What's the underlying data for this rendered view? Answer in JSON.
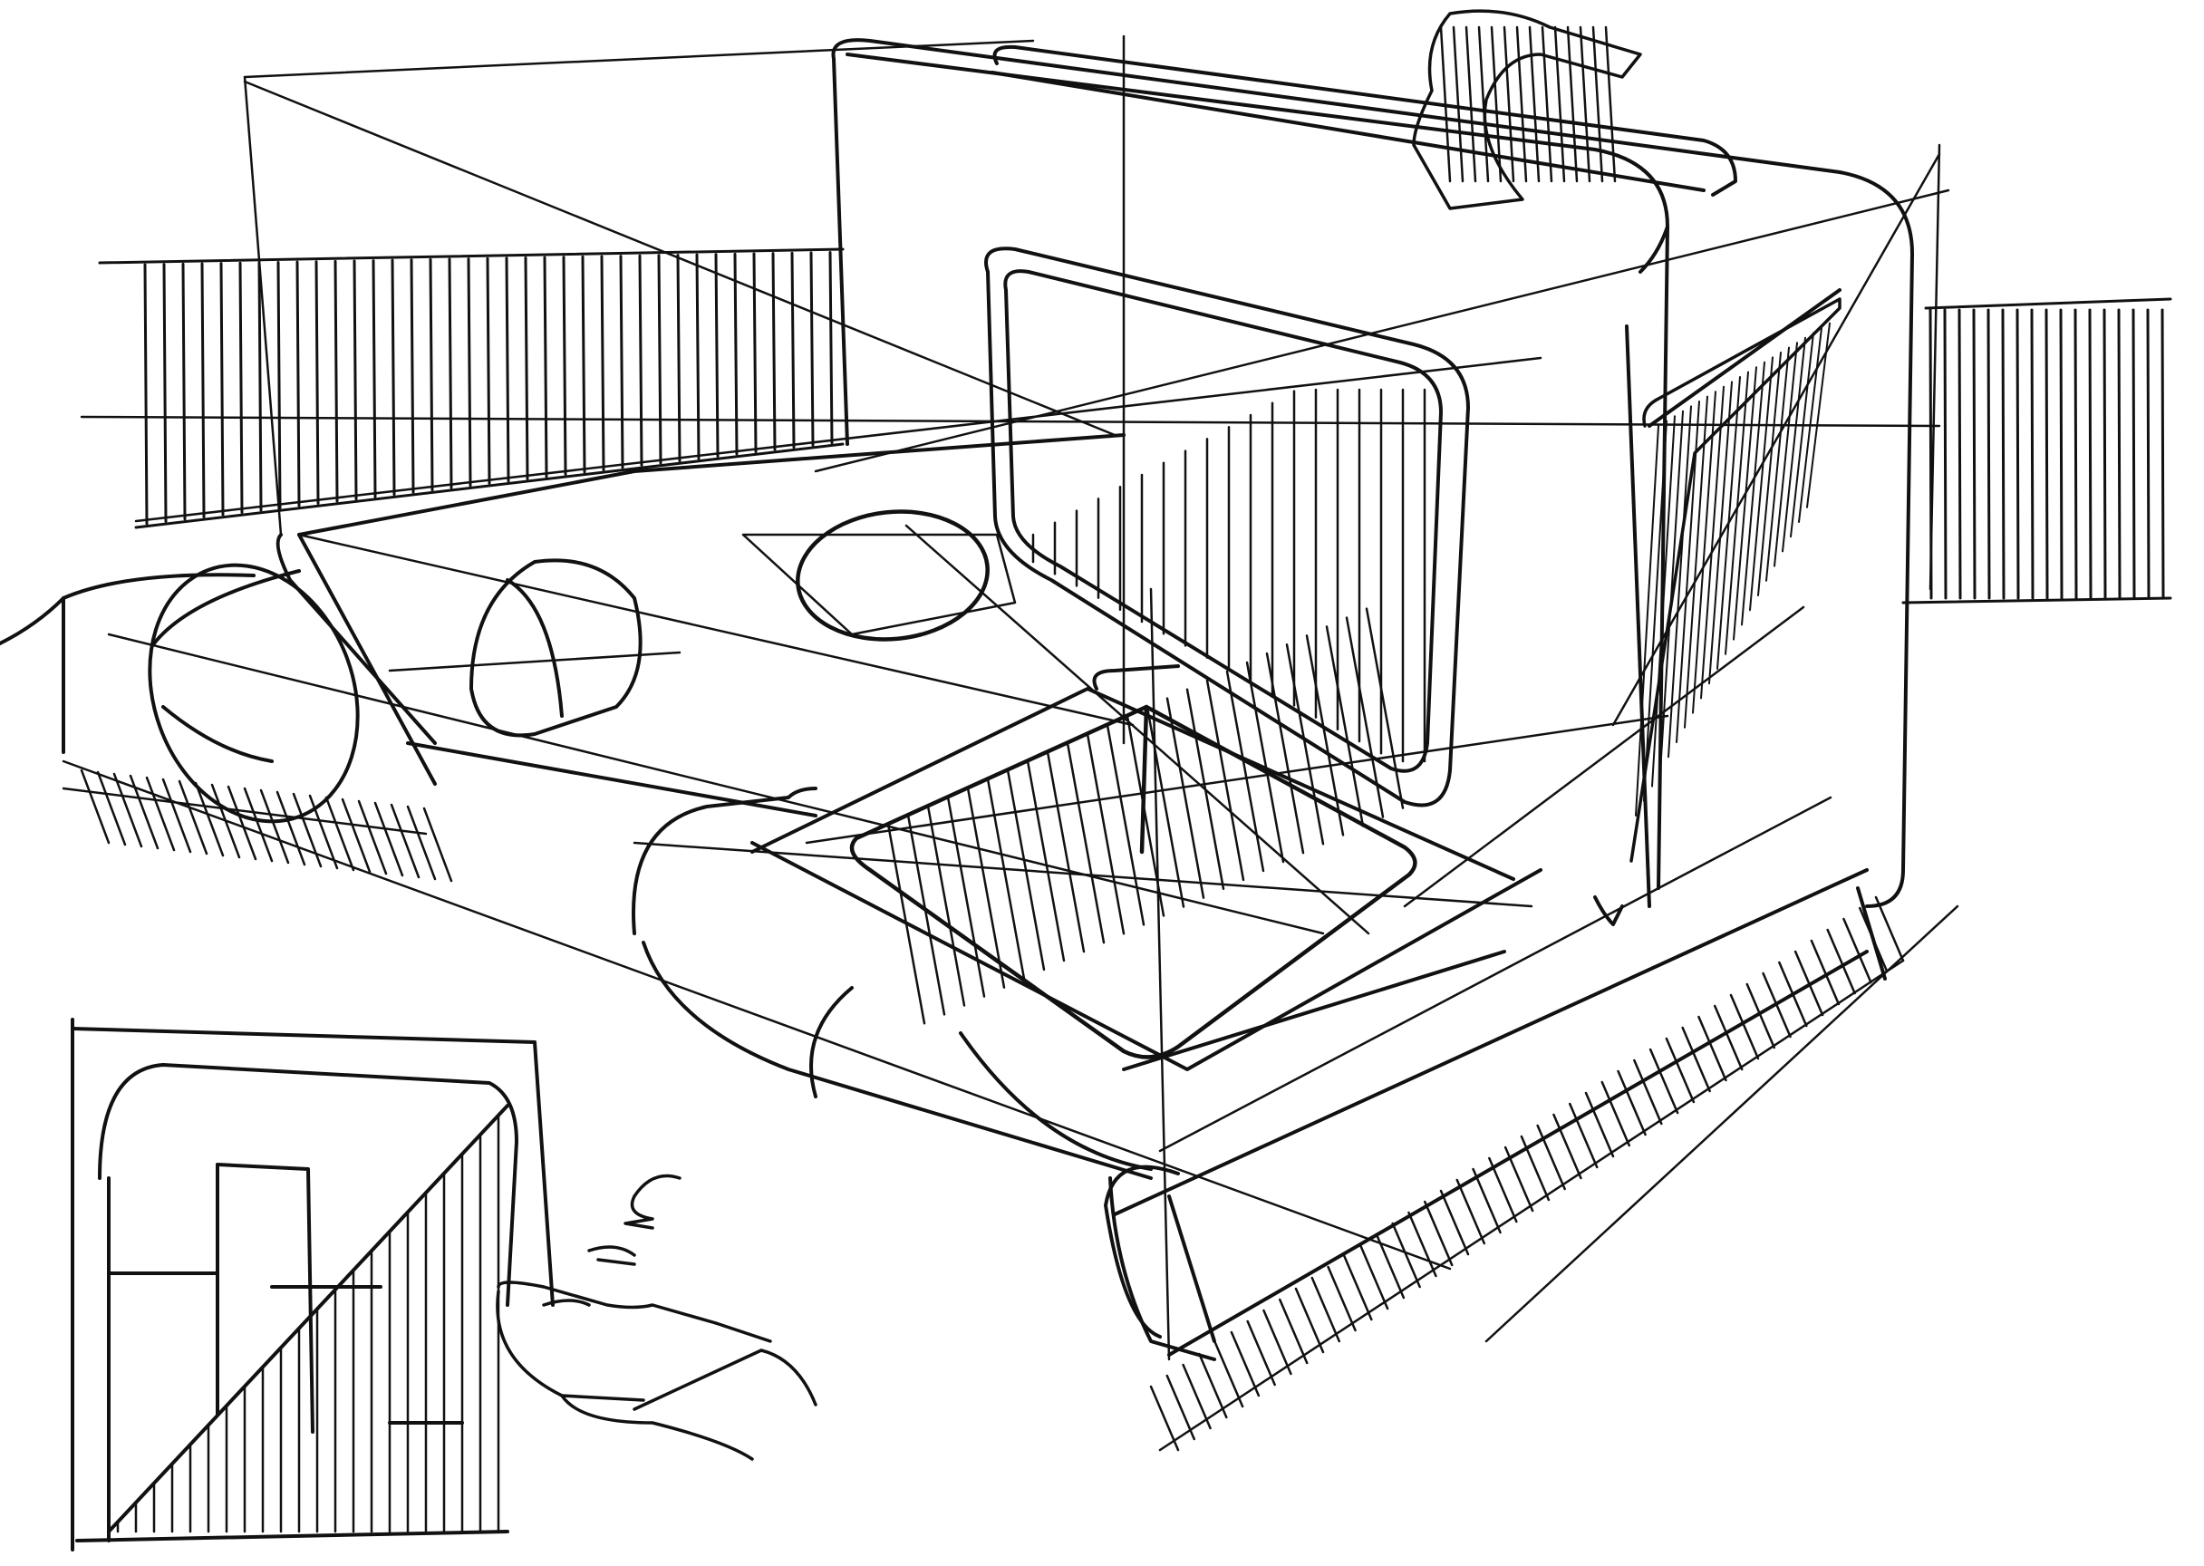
{
  "sketch": {
    "subject": "",
    "background_color": "#ffffff",
    "ink_color": "#111111",
    "elements": [
      "left-hatched-backdrop",
      "right-hatched-backdrop",
      "construction-box",
      "tall-display-housing",
      "front-screen",
      "side-shaded-opening",
      "rotation-arrow-icon",
      "base-platform",
      "front-tray",
      "square-recess",
      "rounded-button",
      "circle-detail",
      "cylinder-details",
      "base-shadow-hatching",
      "inset-detail-view",
      "hand-pointing-icon",
      "click-motion-icon"
    ]
  }
}
